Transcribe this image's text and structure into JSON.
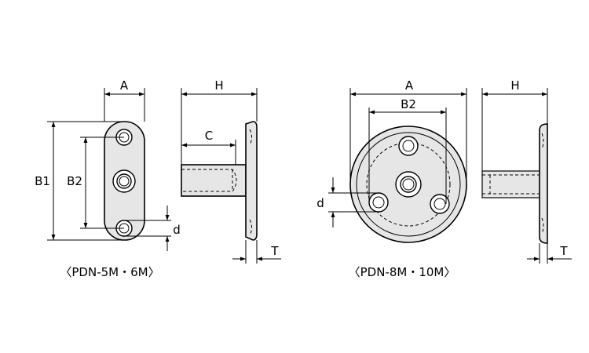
{
  "left_part": {
    "caption": "〈PDN-5M・6M〉",
    "dims": {
      "A": "A",
      "B1": "B1",
      "B2": "B2",
      "d": "d",
      "H": "H",
      "C": "C",
      "T": "T"
    }
  },
  "right_part": {
    "caption": "〈PDN-8M・10M〉",
    "dims": {
      "A": "A",
      "B2": "B2",
      "d": "d",
      "H": "H",
      "T": "T"
    }
  },
  "colors": {
    "line": "#000000",
    "fill": "#e6e6e6",
    "background": "#ffffff"
  }
}
